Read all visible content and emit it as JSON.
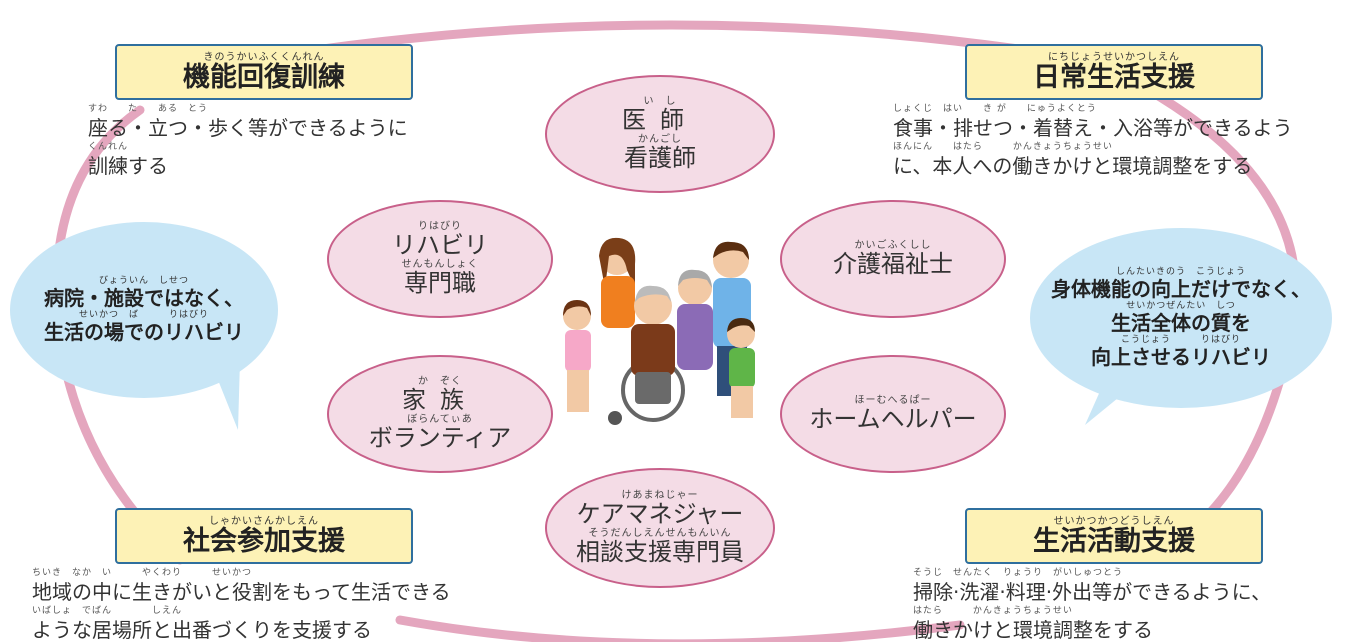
{
  "boxes": {
    "functional_training": {
      "ruby": "きのうかいふくくんれん",
      "title": "機能回復訓練"
    },
    "daily_life": {
      "ruby": "にちじょうせいかつしえん",
      "title": "日常生活支援"
    },
    "social_participation": {
      "ruby": "しゃかいさんかしえん",
      "title": "社会参加支援"
    },
    "life_activity": {
      "ruby": "せいかつかつどうしえん",
      "title": "生活活動支援"
    }
  },
  "descriptions": {
    "functional_training": {
      "ruby1": "すわ　　た　　ある　とう",
      "line1": "座る・立つ・歩く等ができるように",
      "ruby2": "くんれん",
      "line2": "訓練する"
    },
    "daily_life": {
      "ruby1": "しょくじ　はい　　き が　　にゅうよくとう",
      "line1": "食事・排せつ・着替え・入浴等ができるよう",
      "ruby2": "ほんにん　　はたら　　　かんきょうちょうせい",
      "line2": "に、本人への働きかけと環境調整をする"
    },
    "social_participation": {
      "ruby1": "ちいき　なか　い　　　やくわり　　　せいかつ",
      "line1": "地域の中に生きがいと役割をもって生活できる",
      "ruby2": "いばしょ　でばん　　　　しえん",
      "line2": "ような居場所と出番づくりを支援する"
    },
    "life_activity": {
      "ruby1": "そうじ　せんたく　りょうり　がいしゅつとう",
      "line1": "掃除·洗濯·料理·外出等ができるように、",
      "ruby2": "はたら　　　かんきょうちょうせい",
      "line2": "働きかけと環境調整をする"
    }
  },
  "ovals": {
    "doctor": {
      "ruby1": "い　し",
      "title1": "医師",
      "ruby2": "かんごし",
      "title2": "看護師"
    },
    "rehab": {
      "ruby1": "りはびり",
      "title1": "リハビリ",
      "ruby2": "せんもんしょく",
      "title2": "専門職"
    },
    "care_worker": {
      "ruby1": "かいごふくしし",
      "title1": "介護福祉士"
    },
    "family": {
      "ruby1": "か　ぞく",
      "title1": "家族",
      "ruby2": "ぼらんてぃあ",
      "title2": "ボランティア"
    },
    "home_helper": {
      "ruby1": "ほーむへるぱー",
      "title1": "ホームヘルパー"
    },
    "care_manager": {
      "ruby1": "けあまねじゃー",
      "title1": "ケアマネジャー",
      "ruby2": "そうだんしえんせんもんいん",
      "title2": "相談支援専門員"
    }
  },
  "bubbles": {
    "left": {
      "ruby1": "びょういん　しせつ",
      "line1": "病院・施設ではなく、",
      "ruby2": "せいかつ　ば　　　りはびり",
      "line2": "生活の場でのリハビリ"
    },
    "right": {
      "ruby1": "しんたいきのう　こうじょう",
      "line1": "身体機能の向上だけでなく、",
      "ruby2": "せいかつぜんたい　しつ",
      "line2": "生活全体の質を",
      "ruby3": "こうじょう　　　りはびり",
      "line3": "向上させるリハビリ"
    }
  },
  "colors": {
    "ring": "#e4a6be",
    "box_fill": "#fdf2b6",
    "box_border": "#2f6f9e",
    "oval_fill": "#f4dce6",
    "oval_border": "#c8608a",
    "bubble_fill": "#c8e6f6"
  },
  "illustration": {
    "icon": "family-group-icon"
  }
}
